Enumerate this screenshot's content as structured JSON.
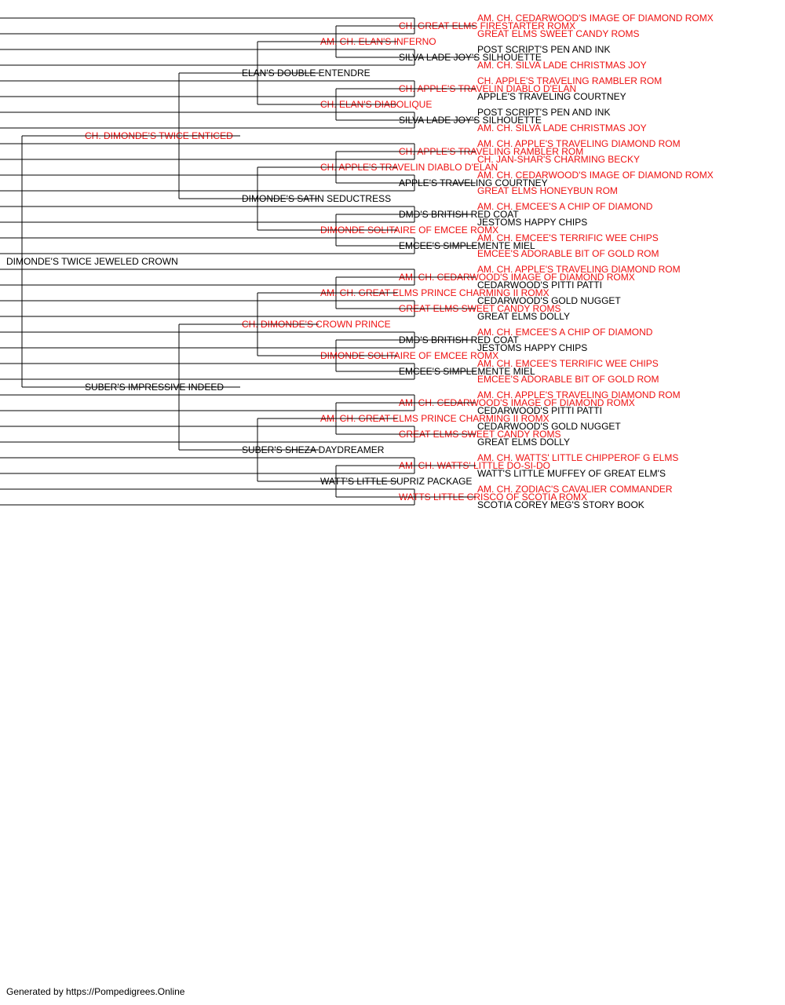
{
  "colors": {
    "champion": "#ee1111",
    "normal": "#000000",
    "line": "#000000"
  },
  "pedigree": {
    "name": "DIMONDE'S TWICE JEWELED CROWN",
    "champion": false,
    "sire": {
      "name": "CH. DIMONDE'S TWICE ENTICED",
      "champion": true,
      "sire": {
        "name": "ELAN'S DOUBLE ENTENDRE",
        "champion": false,
        "sire": {
          "name": "AM. CH. ELAN'S INFERNO",
          "champion": true,
          "sire": {
            "name": "CH. GREAT ELMS FIRESTARTER ROMX",
            "champion": true,
            "sire": {
              "name": "AM. CH. CEDARWOOD'S IMAGE OF DIAMOND ROMX",
              "champion": true
            },
            "dam": {
              "name": "GREAT ELMS SWEET CANDY ROMS",
              "champion": true
            }
          },
          "dam": {
            "name": "SILVA LADE JOY'S SILHOUETTE",
            "champion": false,
            "sire": {
              "name": "POST SCRIPT'S PEN AND INK",
              "champion": false
            },
            "dam": {
              "name": "AM. CH. SILVA LADE CHRISTMAS JOY",
              "champion": true
            }
          }
        },
        "dam": {
          "name": "CH. ELAN'S DIABOLIQUE",
          "champion": true,
          "sire": {
            "name": "CH. APPLE'S TRAVELIN DIABLO D'ELAN",
            "champion": true,
            "sire": {
              "name": "CH. APPLE'S TRAVELING RAMBLER ROM",
              "champion": true
            },
            "dam": {
              "name": "APPLE'S TRAVELING COURTNEY",
              "champion": false
            }
          },
          "dam": {
            "name": "SILVA LADE JOY'S SILHOUETTE",
            "champion": false,
            "sire": {
              "name": "POST SCRIPT'S PEN AND INK",
              "champion": false
            },
            "dam": {
              "name": "AM. CH. SILVA LADE CHRISTMAS JOY",
              "champion": true
            }
          }
        }
      },
      "dam": {
        "name": "DIMONDE'S SATIN SEDUCTRESS",
        "champion": false,
        "sire": {
          "name": "CH. APPLE'S TRAVELIN DIABLO D'ELAN",
          "champion": true,
          "sire": {
            "name": "CH. APPLE'S TRAVELING RAMBLER ROM",
            "champion": true,
            "sire": {
              "name": "AM. CH. APPLE'S TRAVELING DIAMOND ROM",
              "champion": true
            },
            "dam": {
              "name": "CH. JAN-SHAR'S CHARMING BECKY",
              "champion": true
            }
          },
          "dam": {
            "name": "APPLE'S TRAVELING COURTNEY",
            "champion": false,
            "sire": {
              "name": "AM. CH. CEDARWOOD'S IMAGE OF DIAMOND ROMX",
              "champion": true
            },
            "dam": {
              "name": "GREAT ELMS HONEYBUN ROM",
              "champion": true
            }
          }
        },
        "dam": {
          "name": "DIMONDE SOLITAIRE OF EMCEE ROMX",
          "champion": true,
          "sire": {
            "name": "DMD'S BRITISH RED COAT",
            "champion": false,
            "sire": {
              "name": "AM. CH. EMCEE'S A CHIP OF DIAMOND",
              "champion": true
            },
            "dam": {
              "name": "JESTOMS HAPPY CHIPS",
              "champion": false
            }
          },
          "dam": {
            "name": "EMCEE'S SIMPLEMENTE MIEL",
            "champion": false,
            "sire": {
              "name": "AM. CH. EMCEE'S TERRIFIC WEE CHIPS",
              "champion": true
            },
            "dam": {
              "name": "EMCEE'S ADORABLE BIT OF GOLD ROM",
              "champion": true
            }
          }
        }
      }
    },
    "dam": {
      "name": "SUBER'S IMPRESSIVE INDEED",
      "champion": false,
      "sire": {
        "name": "CH. DIMONDE'S CROWN PRINCE",
        "champion": true,
        "sire": {
          "name": "AM. CH. GREAT ELMS PRINCE CHARMING II ROMX",
          "champion": true,
          "sire": {
            "name": "AM. CH. CEDARWOOD'S IMAGE OF DIAMOND ROMX",
            "champion": true,
            "sire": {
              "name": "AM. CH. APPLE'S TRAVELING DIAMOND ROM",
              "champion": true
            },
            "dam": {
              "name": "CEDARWOOD'S PITTI PATTI",
              "champion": false
            }
          },
          "dam": {
            "name": "GREAT ELMS SWEET CANDY ROMS",
            "champion": true,
            "sire": {
              "name": "CEDARWOOD'S GOLD NUGGET",
              "champion": false
            },
            "dam": {
              "name": "GREAT ELMS DOLLY",
              "champion": false
            }
          }
        },
        "dam": {
          "name": "DIMONDE SOLITAIRE OF EMCEE ROMX",
          "champion": true,
          "sire": {
            "name": "DMD'S BRITISH RED COAT",
            "champion": false,
            "sire": {
              "name": "AM. CH. EMCEE'S A CHIP OF DIAMOND",
              "champion": true
            },
            "dam": {
              "name": "JESTOMS HAPPY CHIPS",
              "champion": false
            }
          },
          "dam": {
            "name": "EMCEE'S SIMPLEMENTE MIEL",
            "champion": false,
            "sire": {
              "name": "AM. CH. EMCEE'S TERRIFIC WEE CHIPS",
              "champion": true
            },
            "dam": {
              "name": "EMCEE'S ADORABLE BIT OF GOLD ROM",
              "champion": true
            }
          }
        }
      },
      "dam": {
        "name": "SUBER'S SHEZA DAYDREAMER",
        "champion": false,
        "sire": {
          "name": "AM. CH. GREAT ELMS PRINCE CHARMING II ROMX",
          "champion": true,
          "sire": {
            "name": "AM. CH. CEDARWOOD'S IMAGE OF DIAMOND ROMX",
            "champion": true,
            "sire": {
              "name": "AM. CH. APPLE'S TRAVELING DIAMOND ROM",
              "champion": true
            },
            "dam": {
              "name": "CEDARWOOD'S PITTI PATTI",
              "champion": false
            }
          },
          "dam": {
            "name": "GREAT ELMS SWEET CANDY ROMS",
            "champion": true,
            "sire": {
              "name": "CEDARWOOD'S GOLD NUGGET",
              "champion": false
            },
            "dam": {
              "name": "GREAT ELMS DOLLY",
              "champion": false
            }
          }
        },
        "dam": {
          "name": "WATT'S LITTLE SUPRIZ PACKAGE",
          "champion": false,
          "sire": {
            "name": "AM. CH. WATTS' LITTLE DO-SI-DO",
            "champion": true,
            "sire": {
              "name": "AM. CH. WATTS' LITTLE CHIPPEROF G ELMS",
              "champion": true
            },
            "dam": {
              "name": "WATT'S LITTLE MUFFEY OF GREAT ELM'S",
              "champion": false
            }
          },
          "dam": {
            "name": "WATTS LITTLE CRISCO OF SCOTIA ROMX",
            "champion": true,
            "sire": {
              "name": "AM. CH. ZODIAC'S CAVALIER COMMANDER",
              "champion": true
            },
            "dam": {
              "name": "SCOTIA COREY MEG'S STORY BOOK",
              "champion": false
            }
          }
        }
      }
    }
  },
  "footer": {
    "text": "Generated by https://Pompedigrees.Online"
  }
}
